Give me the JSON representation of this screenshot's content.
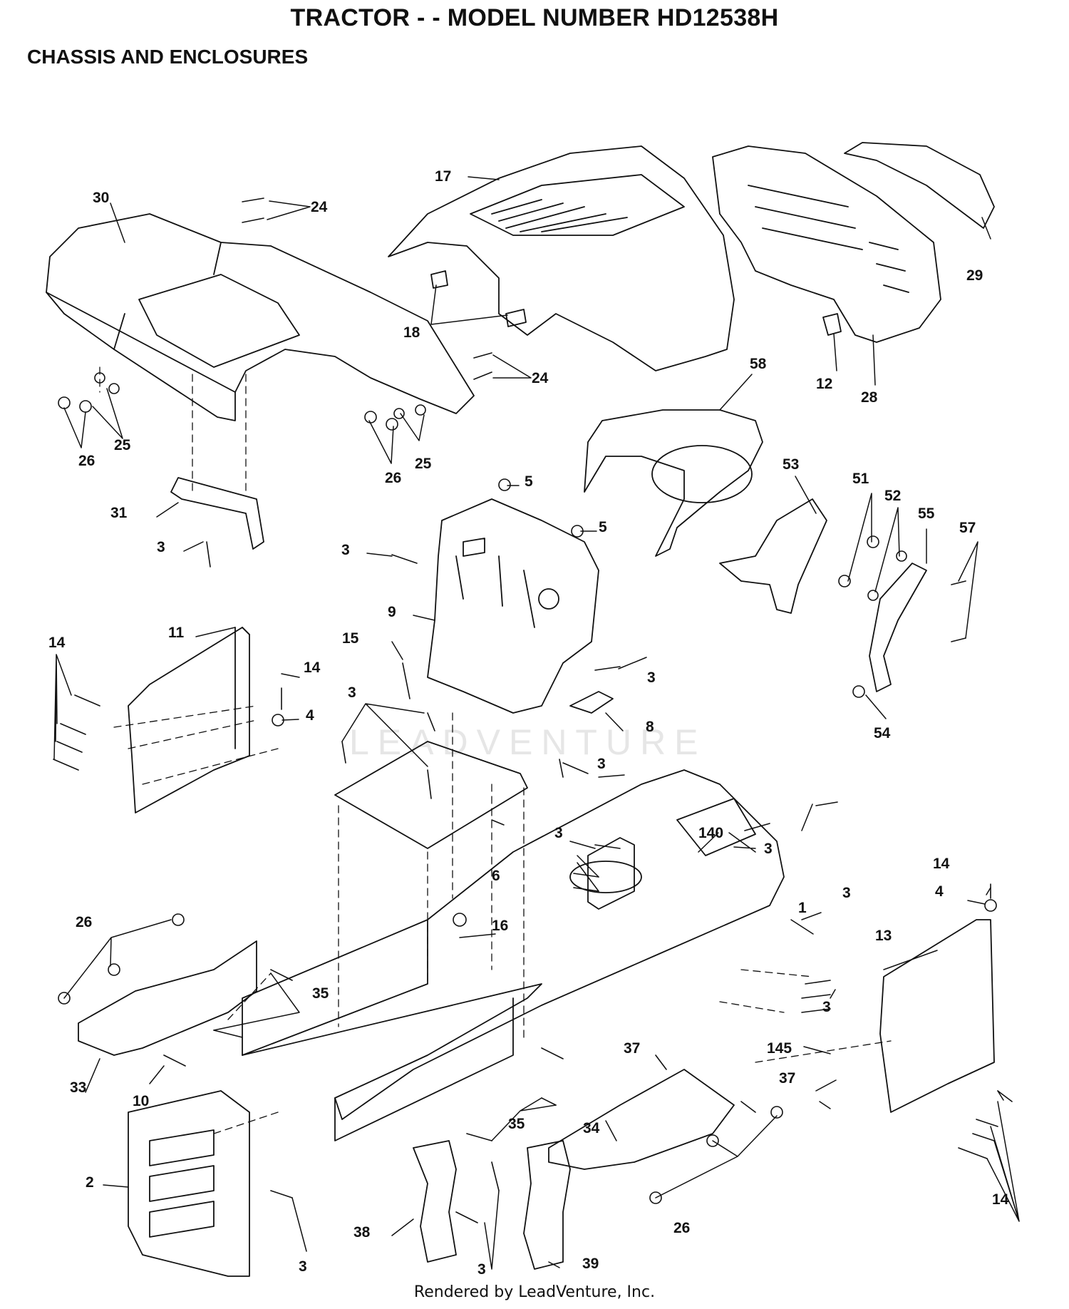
{
  "title": "TRACTOR - - MODEL NUMBER HD12538H",
  "section": "CHASSIS AND ENCLOSURES",
  "watermark": "LEADVENTURE",
  "footer": "Rendered by LeadVenture, Inc.",
  "callouts": [
    {
      "id": "c17",
      "text": "17"
    },
    {
      "id": "c30",
      "text": "30"
    },
    {
      "id": "c24a",
      "text": "24"
    },
    {
      "id": "c18",
      "text": "18"
    },
    {
      "id": "c24b",
      "text": "24"
    },
    {
      "id": "c29",
      "text": "29"
    },
    {
      "id": "c12",
      "text": "12"
    },
    {
      "id": "c28",
      "text": "28"
    },
    {
      "id": "c58",
      "text": "58"
    },
    {
      "id": "c25a",
      "text": "25"
    },
    {
      "id": "c26a",
      "text": "26"
    },
    {
      "id": "c25b",
      "text": "25"
    },
    {
      "id": "c26b",
      "text": "26"
    },
    {
      "id": "c5a",
      "text": "5"
    },
    {
      "id": "c5b",
      "text": "5"
    },
    {
      "id": "c53",
      "text": "53"
    },
    {
      "id": "c51",
      "text": "51"
    },
    {
      "id": "c52",
      "text": "52"
    },
    {
      "id": "c55",
      "text": "55"
    },
    {
      "id": "c57",
      "text": "57"
    },
    {
      "id": "c31",
      "text": "31"
    },
    {
      "id": "c3a",
      "text": "3"
    },
    {
      "id": "c3b",
      "text": "3"
    },
    {
      "id": "c9",
      "text": "9"
    },
    {
      "id": "c11",
      "text": "11"
    },
    {
      "id": "c14a",
      "text": "14"
    },
    {
      "id": "c15",
      "text": "15"
    },
    {
      "id": "c14b",
      "text": "14"
    },
    {
      "id": "c3c",
      "text": "3"
    },
    {
      "id": "c4a",
      "text": "4"
    },
    {
      "id": "c3d",
      "text": "3"
    },
    {
      "id": "c8",
      "text": "8"
    },
    {
      "id": "c54",
      "text": "54"
    },
    {
      "id": "c3e",
      "text": "3"
    },
    {
      "id": "c6",
      "text": "6"
    },
    {
      "id": "c3f",
      "text": "3"
    },
    {
      "id": "c140",
      "text": "140"
    },
    {
      "id": "c3g",
      "text": "3"
    },
    {
      "id": "c14c",
      "text": "14"
    },
    {
      "id": "c3h",
      "text": "3"
    },
    {
      "id": "c4b",
      "text": "4"
    },
    {
      "id": "c16",
      "text": "16"
    },
    {
      "id": "c1",
      "text": "1"
    },
    {
      "id": "c26c",
      "text": "26"
    },
    {
      "id": "c13",
      "text": "13"
    },
    {
      "id": "c35a",
      "text": "35"
    },
    {
      "id": "c3i",
      "text": "3"
    },
    {
      "id": "c37a",
      "text": "37"
    },
    {
      "id": "c145",
      "text": "145"
    },
    {
      "id": "c37b",
      "text": "37"
    },
    {
      "id": "c33",
      "text": "33"
    },
    {
      "id": "c10",
      "text": "10"
    },
    {
      "id": "c35b",
      "text": "35"
    },
    {
      "id": "c34",
      "text": "34"
    },
    {
      "id": "c2",
      "text": "2"
    },
    {
      "id": "c26d",
      "text": "26"
    },
    {
      "id": "c14d",
      "text": "14"
    },
    {
      "id": "c38",
      "text": "38"
    },
    {
      "id": "c39",
      "text": "39"
    },
    {
      "id": "c3j",
      "text": "3"
    },
    {
      "id": "c3k",
      "text": "3"
    }
  ]
}
